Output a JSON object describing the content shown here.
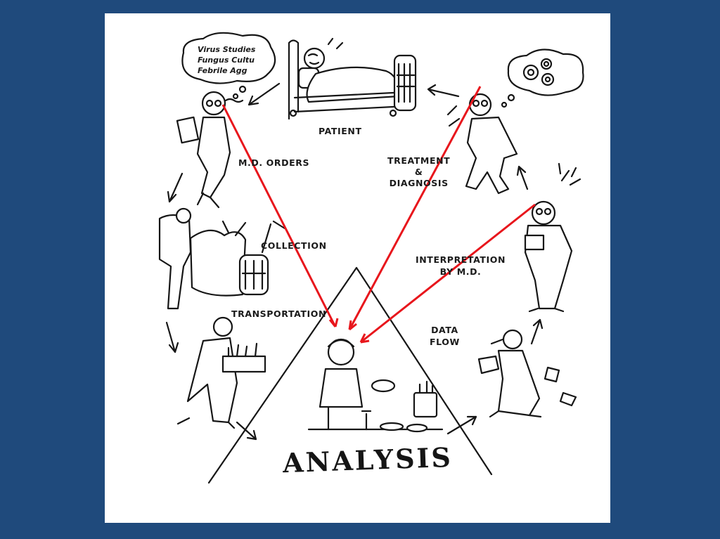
{
  "colors": {
    "background": "#1f4a7c",
    "panel": "#ffffff",
    "ink": "#161616",
    "highlight_arrow": "#e8161c"
  },
  "diagram": {
    "center_label": "ANALYSIS",
    "stages": {
      "patient": "PATIENT",
      "md_orders": "M.D. ORDERS",
      "collection": "COLLECTION",
      "transportation": "TRANSPORTATION",
      "data_flow_line1": "DATA",
      "data_flow_line2": "FLOW",
      "interpretation_line1": "INTERPRETATION",
      "interpretation_line2": "BY M.D.",
      "treatment_line1": "TREATMENT",
      "treatment_line2": "&",
      "treatment_line3": "DIAGNOSIS"
    },
    "thought_bubble": {
      "line1": "Virus Studies",
      "line2": "Fungus Cultu",
      "line3": "Febrile Agg"
    },
    "icons": {
      "gears": "gears-icon",
      "lightbulb": "idea-spark-icon"
    }
  }
}
